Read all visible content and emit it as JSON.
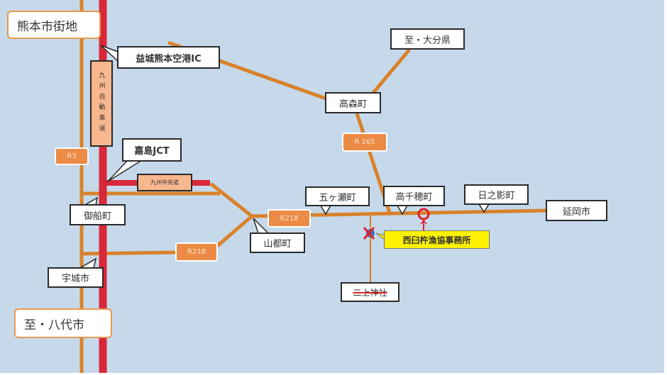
{
  "labels": {
    "kumamoto_city": "熊本市街地",
    "mashiki_ic": "益城熊本空港IC",
    "kyushu_expressway": "九州自動車道",
    "kashima_jct": "嘉島JCT",
    "kyushu_chuo": "九州中央道",
    "mifune": "御船町",
    "uki": "宇城市",
    "to_yatsushiro": "至・八代市",
    "yamato": "山都町",
    "takamori": "高森町",
    "to_oita": "至・大分県",
    "gokase": "五ヶ瀬町",
    "takachiho": "高千穂町",
    "hinokage": "日之影町",
    "nobeoka": "延岡市",
    "office": "西臼杵漁協事務所",
    "futagami_shrine": "二上神社"
  },
  "routes": {
    "r3": "R3",
    "r218_upper": "R218",
    "r218_lower": "R218",
    "r265": "R 265"
  },
  "colors": {
    "background": "#c6d9eb",
    "road": "#d9822b",
    "expressway": "#d9283a",
    "marker": "#e0202a",
    "highlight": "#fff200"
  }
}
